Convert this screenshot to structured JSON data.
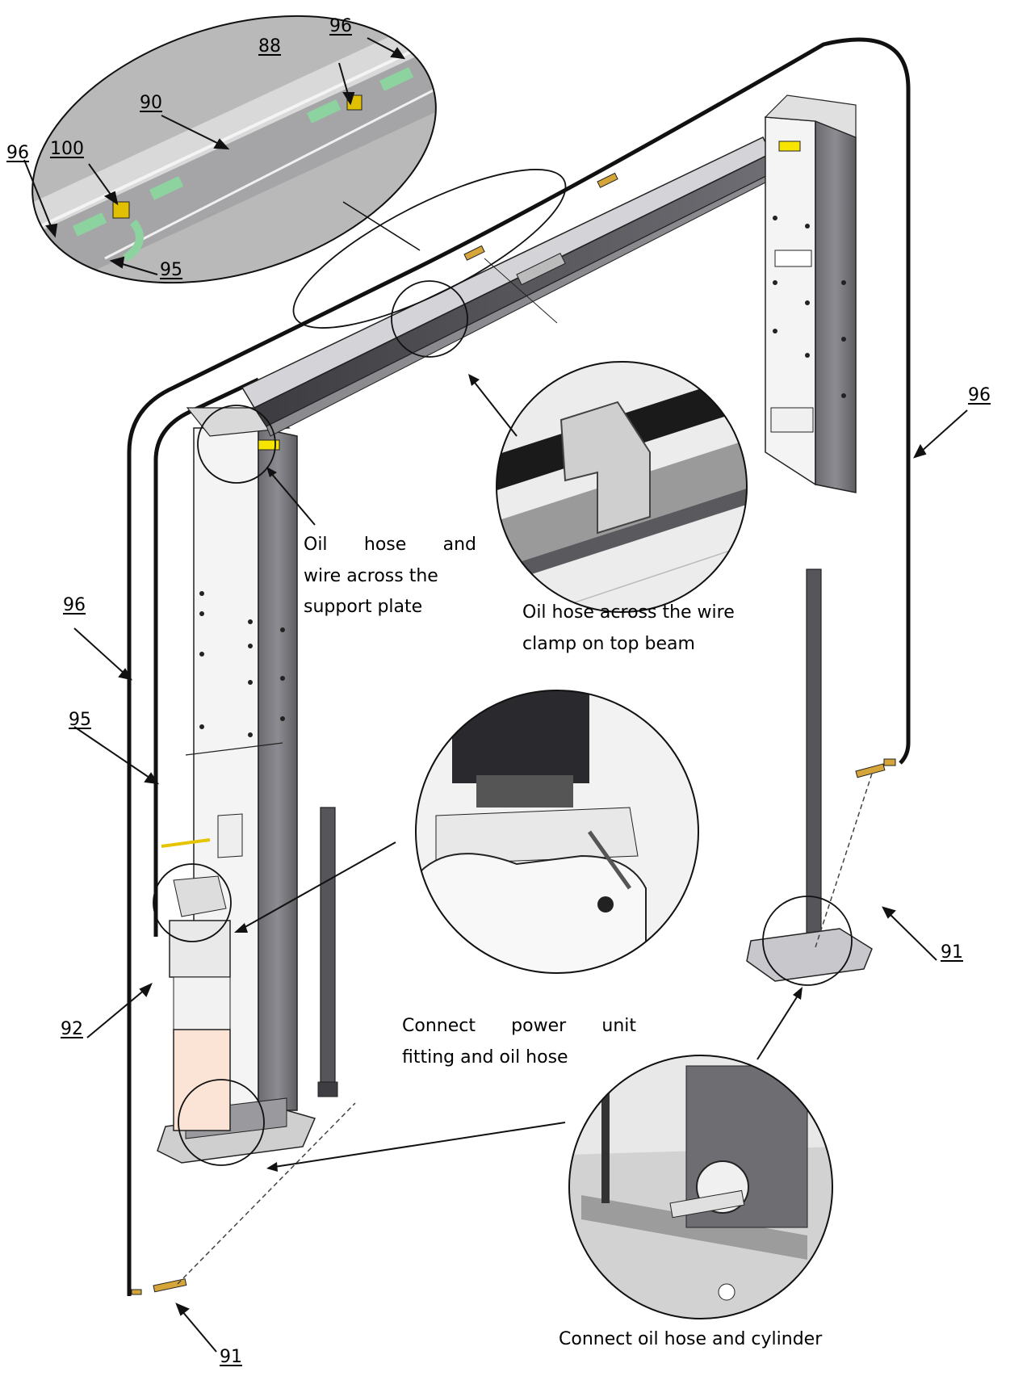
{
  "part_numbers": {
    "top_96": "96",
    "top_88": "88",
    "top_90": "90",
    "top_96_left": "96",
    "top_100": "100",
    "top_95": "95",
    "right_96": "96",
    "left_96": "96",
    "left_95": "95",
    "right_91": "91",
    "left_92": "92",
    "bottom_91": "91"
  },
  "captions": {
    "support_plate": {
      "l1": [
        "Oil",
        "hose",
        "and"
      ],
      "l2": "wire across the",
      "l3": "support plate"
    },
    "wire_clamp": {
      "l1": "Oil hose across the wire",
      "l2": "clamp on top beam"
    },
    "power_unit": {
      "l1": [
        "Connect",
        "power",
        "unit"
      ],
      "l2": "fitting and oil hose"
    },
    "cylinder": {
      "l1": "Connect oil hose and cylinder"
    }
  }
}
